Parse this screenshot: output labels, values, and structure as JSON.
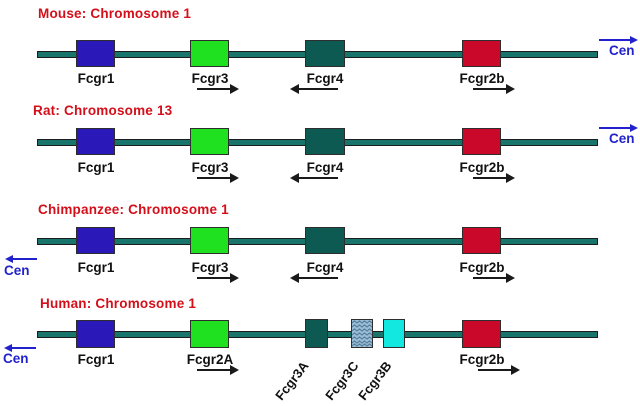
{
  "figure": {
    "description": "Comparative map of Fcgr gene loci on chromosomes of four species"
  },
  "colors": {
    "title_red": "#d40f1a",
    "cen_blue": "#2222cc",
    "chromosome_teal": "#17756b",
    "gene_blue": "#2a18b8",
    "gene_green": "#1fe11f",
    "gene_darkteal": "#0c5a52",
    "gene_red": "#c9082a",
    "gene_cyan": "#12e8e0",
    "gene_pattern_base": "#9cbcd4",
    "gene_pattern_wave": "#4f7d9e"
  },
  "rows": [
    {
      "title": "Mouse: Chromosome 1",
      "cen": {
        "label": "Cen",
        "side": "right",
        "direction": "right"
      },
      "genes": [
        {
          "label": "Fcgr1",
          "color": "blue",
          "arrow": null
        },
        {
          "label": "Fcgr3",
          "color": "green",
          "arrow": "right"
        },
        {
          "label": "Fcgr4",
          "color": "darkteal",
          "arrow": "left"
        },
        {
          "label": "Fcgr2b",
          "color": "red",
          "arrow": "right"
        }
      ]
    },
    {
      "title": "Rat: Chromosome 13",
      "cen": {
        "label": "Cen",
        "side": "right",
        "direction": "right"
      },
      "genes": [
        {
          "label": "Fcgr1",
          "color": "blue",
          "arrow": null
        },
        {
          "label": "Fcgr3",
          "color": "green",
          "arrow": "right"
        },
        {
          "label": "Fcgr4",
          "color": "darkteal",
          "arrow": "left"
        },
        {
          "label": "Fcgr2b",
          "color": "red",
          "arrow": "right"
        }
      ]
    },
    {
      "title": "Chimpanzee: Chromosome 1",
      "cen": {
        "label": "Cen",
        "side": "left",
        "direction": "left"
      },
      "genes": [
        {
          "label": "Fcgr1",
          "color": "blue",
          "arrow": null
        },
        {
          "label": "Fcgr3",
          "color": "green",
          "arrow": "right"
        },
        {
          "label": "Fcgr4",
          "color": "darkteal",
          "arrow": "left"
        },
        {
          "label": "Fcgr2b",
          "color": "red",
          "arrow": "right"
        }
      ]
    },
    {
      "title": "Human: Chromosome 1",
      "cen": {
        "label": "Cen",
        "side": "left",
        "direction": "left"
      },
      "genes": [
        {
          "label": "Fcgr1",
          "color": "blue",
          "arrow": null
        },
        {
          "label": "Fcgr2A",
          "color": "green",
          "arrow": "right"
        },
        {
          "label": "Fcgr3A",
          "color": "darkteal",
          "arrow": null,
          "label_style": "rotated"
        },
        {
          "label": "Fcgr3C",
          "color": "pattern",
          "arrow": null,
          "label_style": "rotated"
        },
        {
          "label": "Fcgr3B",
          "color": "cyan",
          "arrow": null,
          "label_style": "rotated"
        },
        {
          "label": "Fcgr2b",
          "color": "red",
          "arrow": "right"
        }
      ]
    }
  ]
}
